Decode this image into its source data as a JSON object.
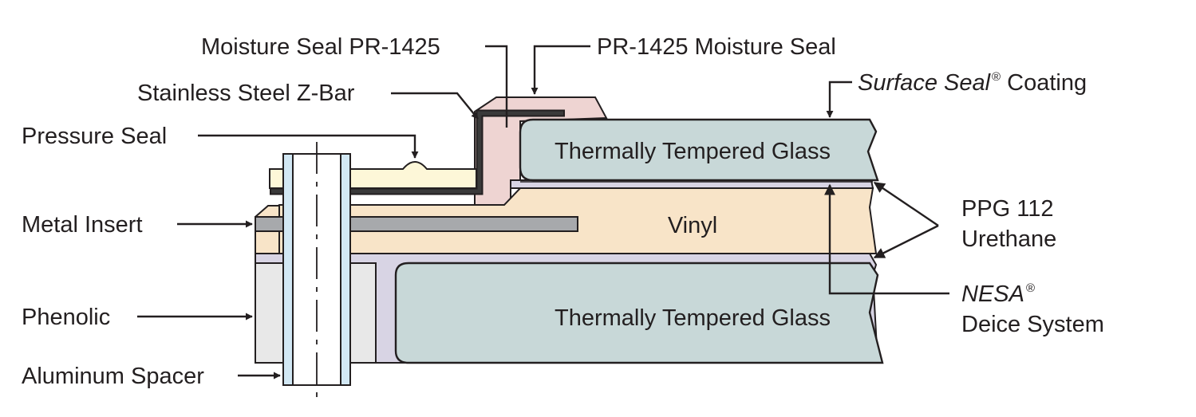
{
  "labels": {
    "moisture_seal_left": "Moisture Seal PR-1425",
    "moisture_seal_right": "PR-1425 Moisture Seal",
    "z_bar": "Stainless Steel Z-Bar",
    "surface_seal_name": "Surface Seal",
    "surface_seal_reg": "®",
    "surface_seal_suffix": " Coating",
    "pressure_seal": "Pressure Seal",
    "metal_insert": "Metal Insert",
    "phenolic": "Phenolic",
    "aluminum_spacer": "Aluminum Spacer",
    "urethane_line1": "PPG 112",
    "urethane_line2": "Urethane",
    "nesa_name": "NESA",
    "nesa_reg": "®",
    "nesa_line2": "Deice System"
  },
  "layers": {
    "top_glass": "Thermally Tempered Glass",
    "vinyl": "Vinyl",
    "bottom_glass": "Thermally Tempered Glass"
  },
  "colors": {
    "glass": "#c8d8d8",
    "vinyl": "#f8e4c8",
    "urethane": "#d8d4e4",
    "moisture_seal": "#eed4d2",
    "pressure_seal": "#fdf7d8",
    "phenolic": "#e8e8e8",
    "metal_insert": "#a7a9ac",
    "z_bar": "#2b2b2b",
    "spacer": "#d2e8f4",
    "outline": "#231f20"
  }
}
